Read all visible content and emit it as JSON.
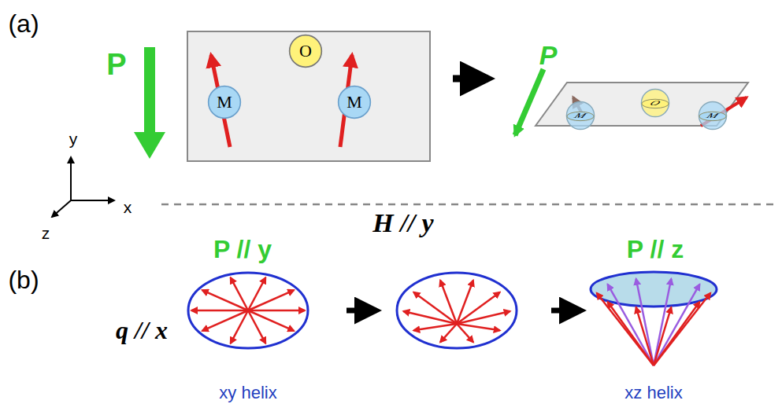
{
  "diagram": {
    "nodes": [
      {
        "text": [
          "O"
        ]
      },
      {
        "text": [
          "M"
        ]
      },
      {
        "text": [
          "M"
        ]
      },
      {
        "text": [
          "M"
        ]
      },
      {
        "text": [
          "O"
        ]
      },
      {
        "text": [
          "M"
        ]
      }
    ],
    "labels": [
      "(a)",
      "P",
      "P",
      "y",
      "x",
      "z",
      "H // y",
      "(b)",
      "P // y",
      "P // z",
      "q // x",
      "xy helix",
      "xz helix"
    ]
  }
}
